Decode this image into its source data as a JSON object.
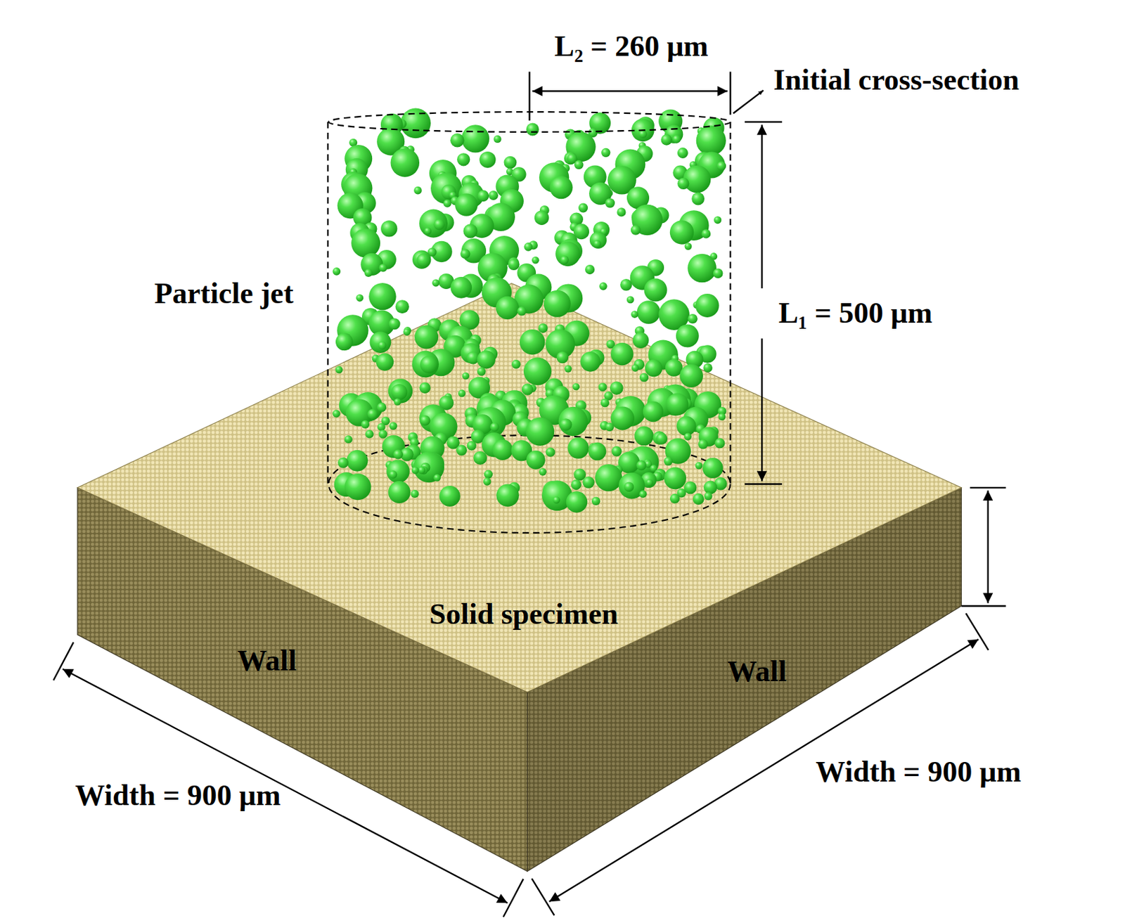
{
  "diagram": {
    "labels": [
      "L₂ = 260 μm",
      "Initial cross-section",
      "Particle jet",
      "L₁ = 500 μm",
      "Solid specimen",
      "Wall",
      "Wall",
      "Width = 900 μm",
      "Width = 900 μm"
    ]
  }
}
